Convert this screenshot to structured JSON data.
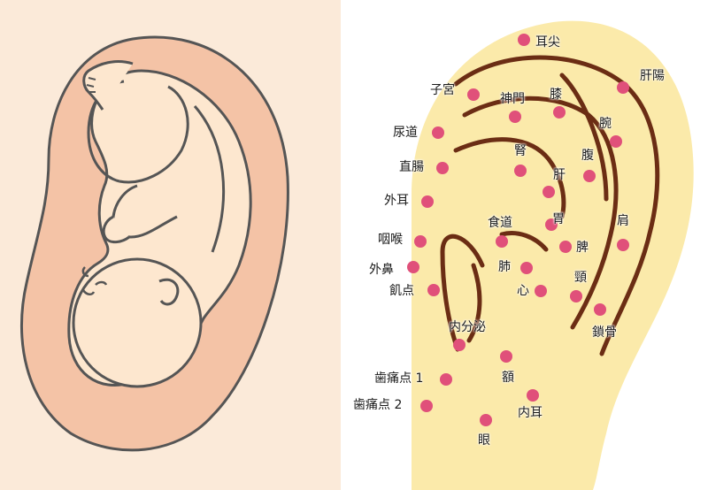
{
  "colors": {
    "left_background": "#fbead9",
    "womb_fill": "#f4c3a6",
    "fetus_fill": "#fde7cf",
    "outline": "#555555",
    "ear_fill": "#fbeaaa",
    "ear_line": "#6b2d14",
    "point_color": "#e0507a"
  },
  "ear_points": [
    {
      "key": "mimisaki",
      "label": "耳尖"
    },
    {
      "key": "kanyo",
      "label": "肝陽"
    },
    {
      "key": "shikyu",
      "label": "子宮"
    },
    {
      "key": "shinmon",
      "label": "神門"
    },
    {
      "key": "hiza",
      "label": "膝"
    },
    {
      "key": "nyodo",
      "label": "尿道"
    },
    {
      "key": "wan",
      "label": "腕"
    },
    {
      "key": "jin",
      "label": "腎"
    },
    {
      "key": "fuku",
      "label": "腹"
    },
    {
      "key": "chokucho",
      "label": "直腸"
    },
    {
      "key": "kan",
      "label": "肝"
    },
    {
      "key": "gaiji",
      "label": "外耳"
    },
    {
      "key": "shokudo",
      "label": "食道"
    },
    {
      "key": "i",
      "label": "胃"
    },
    {
      "key": "ken",
      "label": "肩"
    },
    {
      "key": "inko",
      "label": "咽喉"
    },
    {
      "key": "hi",
      "label": "脾"
    },
    {
      "key": "gaibi",
      "label": "外鼻"
    },
    {
      "key": "hai",
      "label": "肺"
    },
    {
      "key": "kei",
      "label": "頸"
    },
    {
      "key": "kiten",
      "label": "飢点"
    },
    {
      "key": "shin",
      "label": "心"
    },
    {
      "key": "naibunpitsu",
      "label": "内分泌"
    },
    {
      "key": "sakotsu",
      "label": "鎖骨"
    },
    {
      "key": "shitsu1",
      "label": "歯痛点 1"
    },
    {
      "key": "gaku",
      "label": "額"
    },
    {
      "key": "shitsu2",
      "label": "歯痛点 2"
    },
    {
      "key": "naiji",
      "label": "内耳"
    },
    {
      "key": "me",
      "label": "眼"
    }
  ]
}
